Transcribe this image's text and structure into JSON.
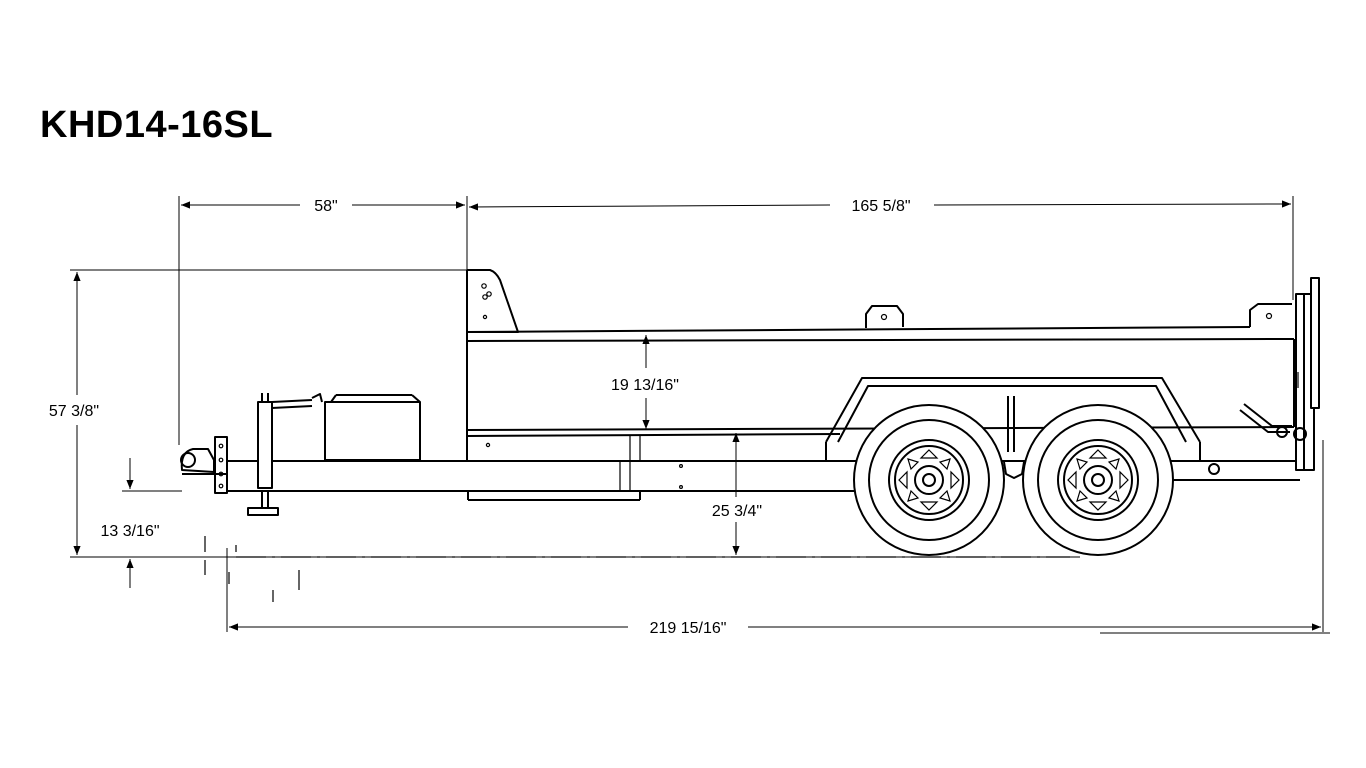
{
  "title": "KHD14-16SL",
  "dimensions": {
    "tongue_length": "58\"",
    "bed_length": "165 5/8\"",
    "overall_height": "57 3/8\"",
    "side_height": "19 13/16\"",
    "deck_height": "25 3/4\"",
    "coupler_height": "13 3/16\"",
    "overall_length": "219 15/16\""
  },
  "colors": {
    "line": "#000000",
    "background": "#ffffff"
  }
}
